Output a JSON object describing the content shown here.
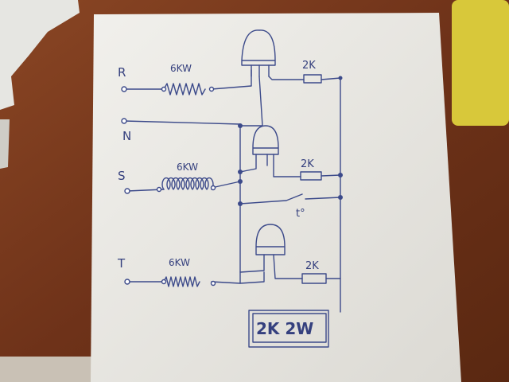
{
  "phase_labels": {
    "r": "R",
    "n": "N",
    "s": "S",
    "t": "T"
  },
  "heater_ratings": {
    "r": "6KW",
    "s": "6KW",
    "t": "6KW"
  },
  "resistor_labels": {
    "top": "2K",
    "middle": "2K",
    "bottom": "2K"
  },
  "switch_label": "t°",
  "note_box": "2K 2W",
  "colors": {
    "wood": "#7a3a1e",
    "paper": "#ecebe6",
    "ink": "#3c4a8a",
    "yellow": "#d8c83a"
  }
}
